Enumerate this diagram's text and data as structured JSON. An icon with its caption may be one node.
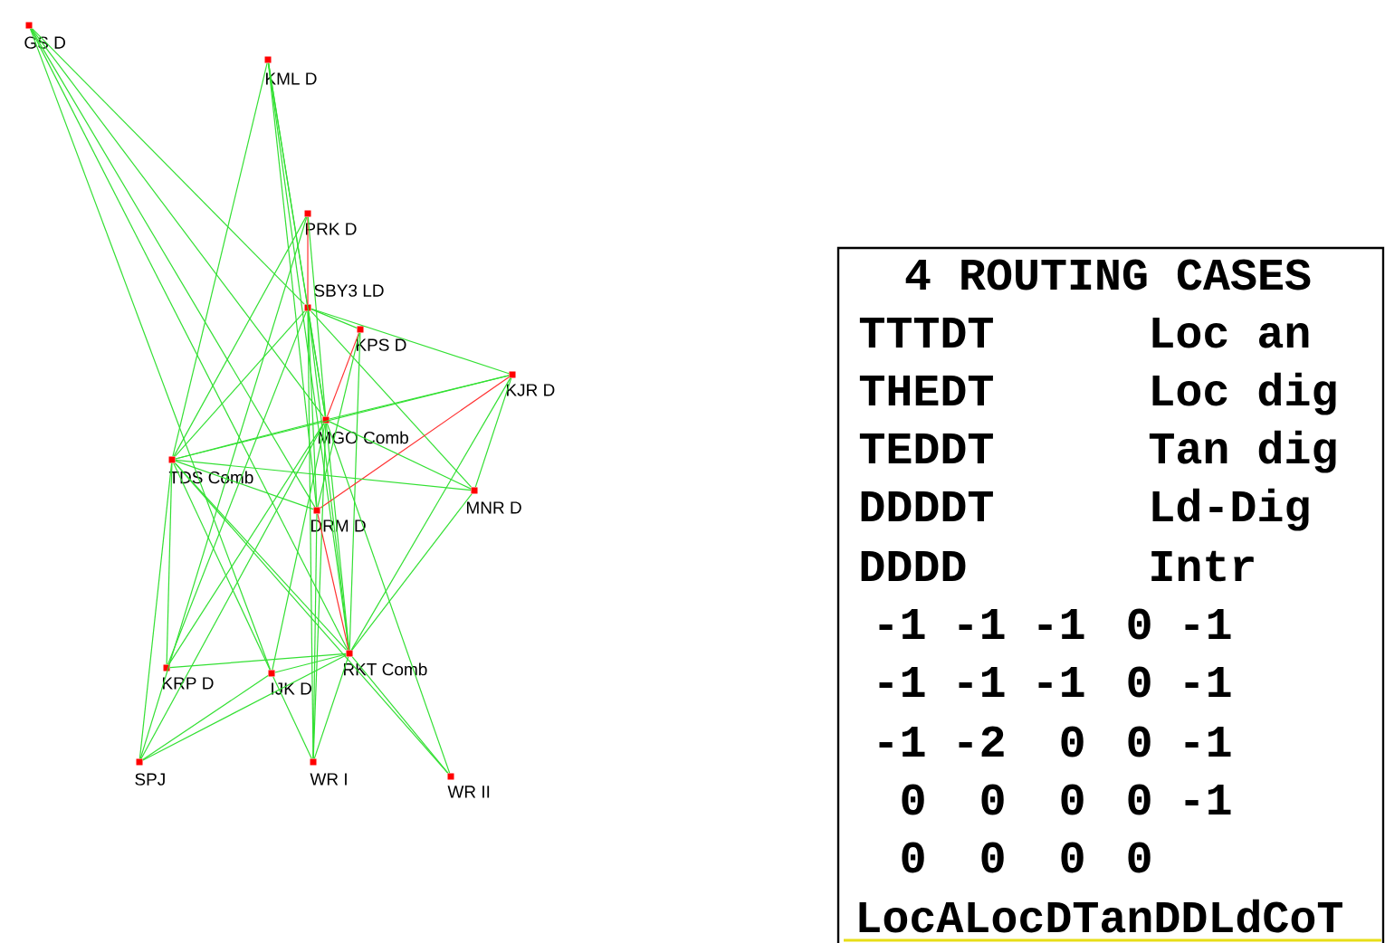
{
  "diagram": {
    "nodes": [
      {
        "text": [
          "GS  D"
        ]
      },
      {
        "text": [
          "KML D"
        ]
      },
      {
        "text": [
          "PRK D"
        ]
      },
      {
        "text": [
          "SBY3 LD"
        ]
      },
      {
        "text": [
          "KPS D"
        ]
      },
      {
        "text": [
          "KJR D"
        ]
      },
      {
        "text": [
          "MGO Comb"
        ]
      },
      {
        "text": [
          "TDS Comb"
        ]
      },
      {
        "text": [
          "MNR D"
        ]
      },
      {
        "text": [
          "DRM D"
        ]
      },
      {
        "text": [
          "RKT Comb"
        ]
      },
      {
        "text": [
          "KRP D"
        ]
      },
      {
        "text": [
          "IJK D"
        ]
      },
      {
        "text": [
          "SPJ"
        ]
      },
      {
        "text": [
          "WR  I"
        ]
      },
      {
        "text": [
          "WR II"
        ]
      },
      {
        "text": [
          "4 ROUTING CASES",
          "TTTDT",
          "Loc an",
          "THEDT",
          "Loc dig",
          "TEDDT",
          "Tan dig",
          "DDDDT",
          "Ld-Dig",
          "DDDD",
          "Intr",
          "-1",
          "-1",
          "-1",
          "0",
          "-1",
          "-1",
          "-1",
          "-1",
          "0",
          "-1",
          "-1",
          "-2",
          "0",
          "0",
          "-1",
          "0",
          "0",
          "0",
          "0",
          "-1",
          "0",
          "0",
          "0",
          "0",
          "LocALocDTanDDLdCoT"
        ]
      }
    ],
    "edges": [
      {
        "from": 0,
        "to": 3,
        "arrow": "none"
      },
      {
        "from": 0,
        "to": 6,
        "arrow": "none"
      },
      {
        "from": 0,
        "to": 9,
        "arrow": "none"
      },
      {
        "from": 0,
        "to": 10,
        "arrow": "none"
      },
      {
        "from": 0,
        "to": 12,
        "arrow": "none"
      },
      {
        "from": 1,
        "to": 3,
        "arrow": "none"
      },
      {
        "from": 1,
        "to": 6,
        "arrow": "none"
      },
      {
        "from": 1,
        "to": 9,
        "arrow": "none"
      },
      {
        "from": 1,
        "to": 10,
        "arrow": "none"
      },
      {
        "from": 1,
        "to": 7,
        "arrow": "none"
      },
      {
        "from": 2,
        "to": 3,
        "arrow": "none",
        "color": "#ff3030"
      },
      {
        "from": 2,
        "to": 6,
        "arrow": "none"
      },
      {
        "from": 2,
        "to": 7,
        "arrow": "none"
      },
      {
        "from": 2,
        "to": 13,
        "arrow": "none"
      },
      {
        "from": 3,
        "to": 4,
        "arrow": "none"
      },
      {
        "from": 3,
        "to": 5,
        "arrow": "none"
      },
      {
        "from": 3,
        "to": 8,
        "arrow": "none"
      },
      {
        "from": 3,
        "to": 7,
        "arrow": "none"
      },
      {
        "from": 3,
        "to": 6,
        "arrow": "none"
      },
      {
        "from": 3,
        "to": 9,
        "arrow": "none"
      },
      {
        "from": 3,
        "to": 10,
        "arrow": "none"
      },
      {
        "from": 3,
        "to": 14,
        "arrow": "none"
      },
      {
        "from": 3,
        "to": 11,
        "arrow": "none"
      },
      {
        "from": 4,
        "to": 6,
        "arrow": "none",
        "color": "#ff3030"
      },
      {
        "from": 4,
        "to": 9,
        "arrow": "none"
      },
      {
        "from": 4,
        "to": 10,
        "arrow": "none"
      },
      {
        "from": 5,
        "to": 6,
        "arrow": "none"
      },
      {
        "from": 5,
        "to": 9,
        "arrow": "none",
        "color": "#ff3030"
      },
      {
        "from": 5,
        "to": 7,
        "arrow": "none"
      },
      {
        "from": 5,
        "to": 8,
        "arrow": "none"
      },
      {
        "from": 5,
        "to": 10,
        "arrow": "none"
      },
      {
        "from": 6,
        "to": 7,
        "arrow": "none"
      },
      {
        "from": 6,
        "to": 8,
        "arrow": "none"
      },
      {
        "from": 6,
        "to": 10,
        "arrow": "none"
      },
      {
        "from": 6,
        "to": 11,
        "arrow": "none"
      },
      {
        "from": 6,
        "to": 12,
        "arrow": "none"
      },
      {
        "from": 6,
        "to": 13,
        "arrow": "none"
      },
      {
        "from": 6,
        "to": 14,
        "arrow": "none"
      },
      {
        "from": 6,
        "to": 15,
        "arrow": "none"
      },
      {
        "from": 7,
        "to": 9,
        "arrow": "none"
      },
      {
        "from": 7,
        "to": 10,
        "arrow": "none"
      },
      {
        "from": 7,
        "to": 11,
        "arrow": "none"
      },
      {
        "from": 7,
        "to": 13,
        "arrow": "none"
      },
      {
        "from": 7,
        "to": 12,
        "arrow": "none"
      },
      {
        "from": 7,
        "to": 15,
        "arrow": "none"
      },
      {
        "from": 7,
        "to": 8,
        "arrow": "none"
      },
      {
        "from": 9,
        "to": 10,
        "arrow": "none",
        "color": "#ff3030"
      },
      {
        "from": 9,
        "to": 14,
        "arrow": "none"
      },
      {
        "from": 10,
        "to": 11,
        "arrow": "none"
      },
      {
        "from": 10,
        "to": 12,
        "arrow": "none"
      },
      {
        "from": 10,
        "to": 13,
        "arrow": "none"
      },
      {
        "from": 10,
        "to": 14,
        "arrow": "none"
      },
      {
        "from": 10,
        "to": 15,
        "arrow": "none"
      },
      {
        "from": 10,
        "to": 8,
        "arrow": "none"
      },
      {
        "from": 12,
        "to": 13,
        "arrow": "none"
      },
      {
        "from": 12,
        "to": 14,
        "arrow": "none"
      }
    ]
  }
}
